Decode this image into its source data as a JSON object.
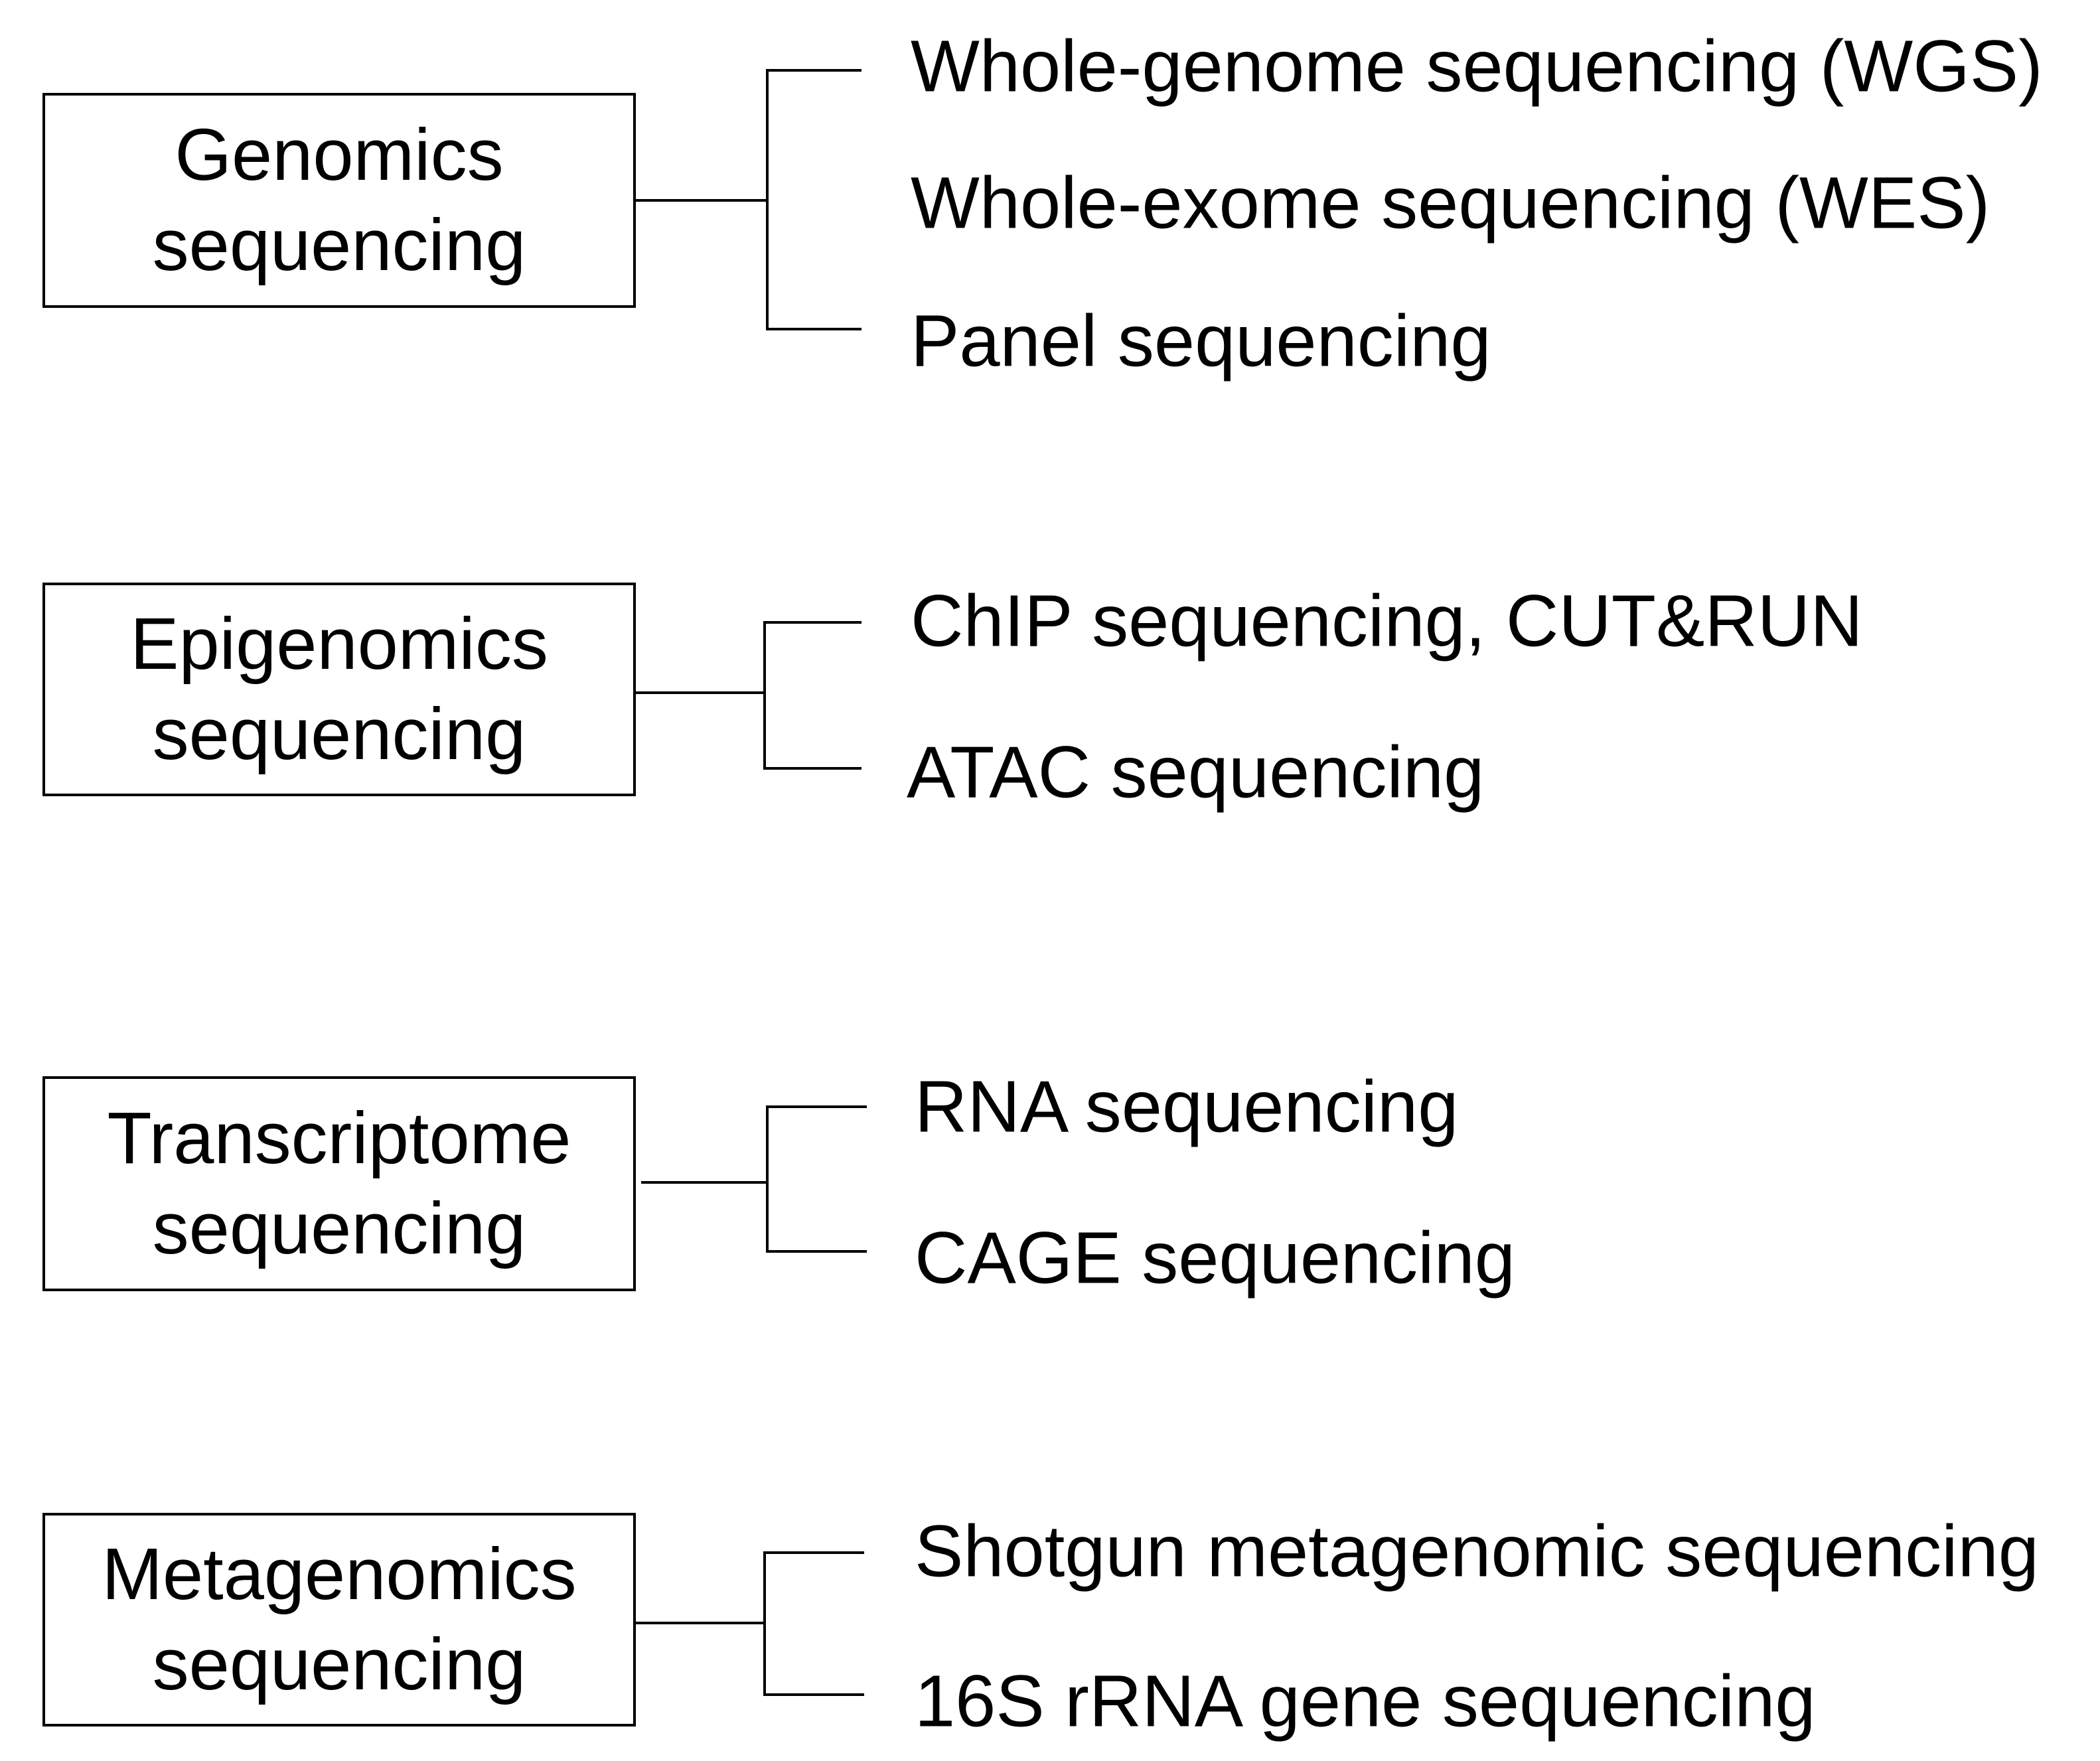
{
  "diagram": {
    "groups": [
      {
        "id": "genomics",
        "title_line1": "Genomics",
        "title_line2": "sequencing",
        "items": [
          "Whole-genome sequencing (WGS)",
          "Whole-exome sequencing (WES)",
          "Panel sequencing"
        ]
      },
      {
        "id": "epigenomics",
        "title_line1": "Epigenomics",
        "title_line2": "sequencing",
        "items": [
          "ChIP sequencing, CUT&RUN",
          "ATAC sequencing"
        ]
      },
      {
        "id": "transcriptome",
        "title_line1": "Transcriptome",
        "title_line2": "sequencing",
        "items": [
          "RNA sequencing",
          "CAGE sequencing"
        ]
      },
      {
        "id": "metagenomics",
        "title_line1": "Metagenomics",
        "title_line2": "sequencing",
        "items": [
          "Shotgun metagenomic sequencing",
          "16S rRNA gene sequencing"
        ]
      }
    ],
    "colors": {
      "stroke": "#000000",
      "text": "#000000",
      "background": "#ffffff"
    }
  }
}
